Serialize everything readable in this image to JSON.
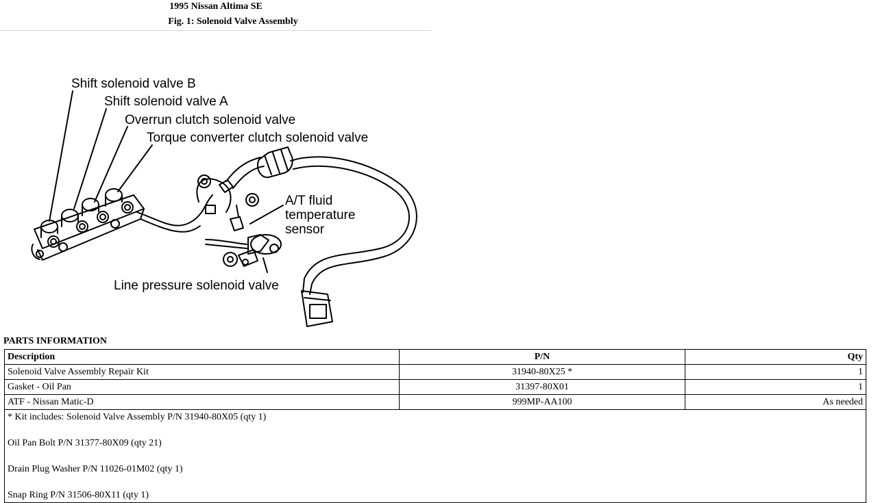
{
  "header": {
    "title": "1995 Nissan Altima SE",
    "figure": "Fig. 1: Solenoid Valve Assembly"
  },
  "diagram": {
    "labels": {
      "shift_b": "Shift solenoid valve B",
      "shift_a": "Shift solenoid valve A",
      "overrun": "Overrun clutch solenoid valve",
      "torque": "Torque converter clutch solenoid valve",
      "atf_1": "A/T fluid",
      "atf_2": "temperature",
      "atf_3": "sensor",
      "line_pressure": "Line pressure solenoid valve"
    }
  },
  "parts": {
    "title": "PARTS INFORMATION",
    "columns": {
      "description": "Description",
      "pn": "P/N",
      "qty": "Qty"
    },
    "rows": [
      {
        "description": "Solenoid Valve Assembly Repair Kit",
        "pn": "31940-80X25 *",
        "qty": "1"
      },
      {
        "description": "Gasket - Oil Pan",
        "pn": "31397-80X01",
        "qty": "1"
      },
      {
        "description": "ATF - Nissan Matic-D",
        "pn": "999MP-AA100",
        "qty": "As needed"
      }
    ],
    "notes": [
      "* Kit includes: Solenoid Valve Assembly P/N 31940-80X05 (qty 1)",
      "Oil Pan Bolt P/N 31377-80X09 (qty 21)",
      "Drain Plug Washer P/N 11026-01M02 (qty 1)",
      "Snap Ring P/N 31506-80X11 (qty 1)"
    ]
  }
}
